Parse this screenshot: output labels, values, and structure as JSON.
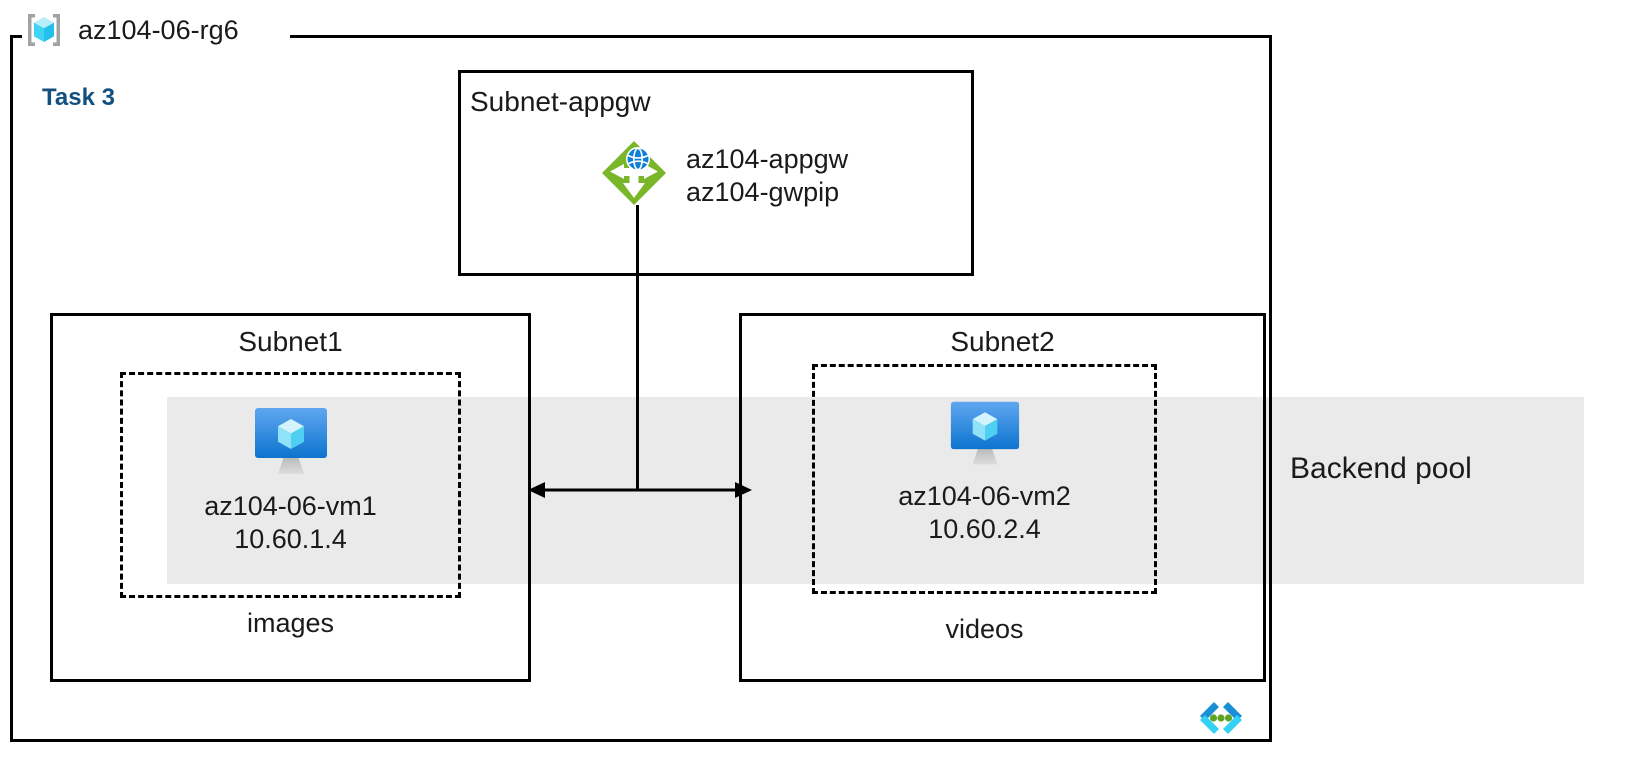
{
  "diagram": {
    "type": "azure-architecture",
    "resource_group": {
      "name": "az104-06-rg6",
      "icon": "resource-group-cube-icon"
    },
    "task_label": "Task 3",
    "backend_pool": {
      "label": "Backend pool",
      "band_color": "#eaeaea"
    },
    "subnets": [
      {
        "id": "subnet-appgw",
        "title": "Subnet-appgw",
        "resources": [
          {
            "name": "az104-appgw",
            "icon": "application-gateway-icon"
          },
          {
            "name": "az104-gwpip",
            "icon": "public-ip-icon"
          }
        ]
      },
      {
        "id": "subnet1",
        "title": "Subnet1",
        "caption": "images",
        "vm": {
          "name": "az104-06-vm1",
          "ip": "10.60.1.4",
          "icon": "virtual-machine-icon"
        }
      },
      {
        "id": "subnet2",
        "title": "Subnet2",
        "caption": "videos",
        "vm": {
          "name": "az104-06-vm2",
          "ip": "10.60.2.4",
          "icon": "virtual-machine-icon"
        }
      }
    ],
    "connectors": [
      {
        "id": "appgw-to-backend",
        "style": "vertical-line"
      },
      {
        "id": "subnet1-subnet2",
        "style": "double-headed-arrow"
      }
    ],
    "footer_icon": "virtual-network-subnet-icon",
    "colors": {
      "task_label": "#12507f",
      "appgw_green": "#7ab629",
      "appgw_globe_blue": "#0078d4",
      "vm_monitor_blue_top": "#55a2ef",
      "vm_monitor_blue_bottom": "#0f7ad6",
      "cube_cyan": "#9fe9fb",
      "bracket_gray": "#a0a3a6",
      "stroke": "#000000"
    }
  }
}
